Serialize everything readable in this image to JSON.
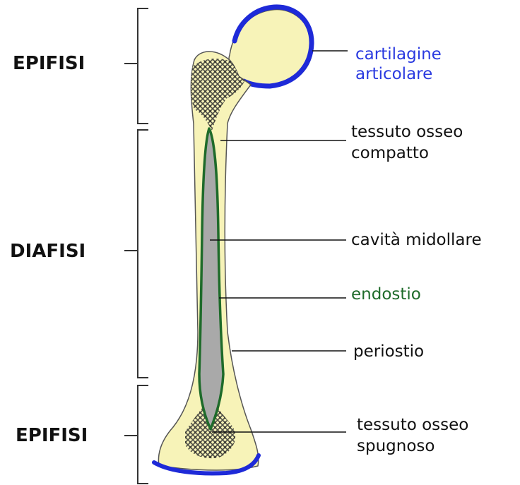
{
  "regions": {
    "top": "EPIFISI",
    "middle": "DIAFISI",
    "bottom": "EPIFISI"
  },
  "labels": {
    "cartilage": [
      "cartilagine",
      "articolare"
    ],
    "compact_bone": [
      "tessuto osseo",
      "compatto"
    ],
    "marrow_cavity": "cavità midollare",
    "endosteum": "endostio",
    "periosteum": "periostio",
    "spongy_bone": [
      "tessuto osseo",
      "spugnoso"
    ]
  },
  "colors": {
    "bone": "#f7f3b8",
    "cartilage": "#1e2ad8",
    "cartilage_text": "#2a3ae0",
    "endosteum": "#1e6b2a",
    "marrow": "#a9a9a9",
    "spongy": "#3a3a3a",
    "outline": "#555555",
    "text": "#111111"
  }
}
